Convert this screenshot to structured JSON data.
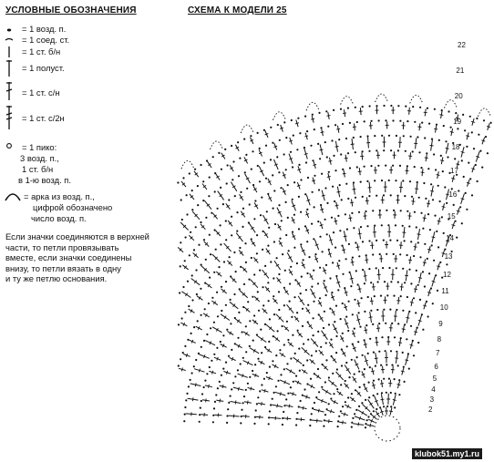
{
  "header": {
    "legend_title": "УСЛОВНЫЕ ОБОЗНАЧЕНИЯ",
    "scheme_title": "СХЕМА К МОДЕЛИ 25"
  },
  "legend": {
    "items": [
      {
        "symbol": "chain-stitch-icon",
        "text": "= 1 возд. п."
      },
      {
        "symbol": "slip-stitch-icon",
        "text": "= 1 соед. ст."
      },
      {
        "symbol": "single-crochet-icon",
        "text": "= 1 ст. б/н"
      },
      {
        "symbol": "half-double-crochet-icon",
        "text": "= 1 полуст."
      },
      {
        "symbol": "double-crochet-icon",
        "text": "= 1 ст. с/н"
      },
      {
        "symbol": "treble-crochet-icon",
        "text": "= 1 ст. с/2н"
      }
    ],
    "picot": {
      "title": "= 1 пико:",
      "lines": [
        "3 возд. п.,",
        "1 ст. б/н",
        "в 1-ю возд. п."
      ]
    },
    "arch": {
      "lines": [
        "= арка из возд. п.,",
        "цифрой обозначено",
        "число возд. п."
      ]
    },
    "note_lines": [
      "Если значки соединяются в верхней",
      "части, то петли провязывать",
      "вместе, если значки соединены",
      "внизу, то петли вязать в одну",
      "и ту же петлю основания."
    ]
  },
  "diagram": {
    "row_labels": [
      "2",
      "3",
      "4",
      "5",
      "6",
      "7",
      "8",
      "9",
      "10",
      "11",
      "12",
      "13",
      "14",
      "15",
      "16",
      "17",
      "18",
      "19",
      "20",
      "21",
      "22"
    ]
  },
  "watermark": "klubok51.my1.ru",
  "colors": {
    "ink": "#111111",
    "background": "#ffffff"
  }
}
